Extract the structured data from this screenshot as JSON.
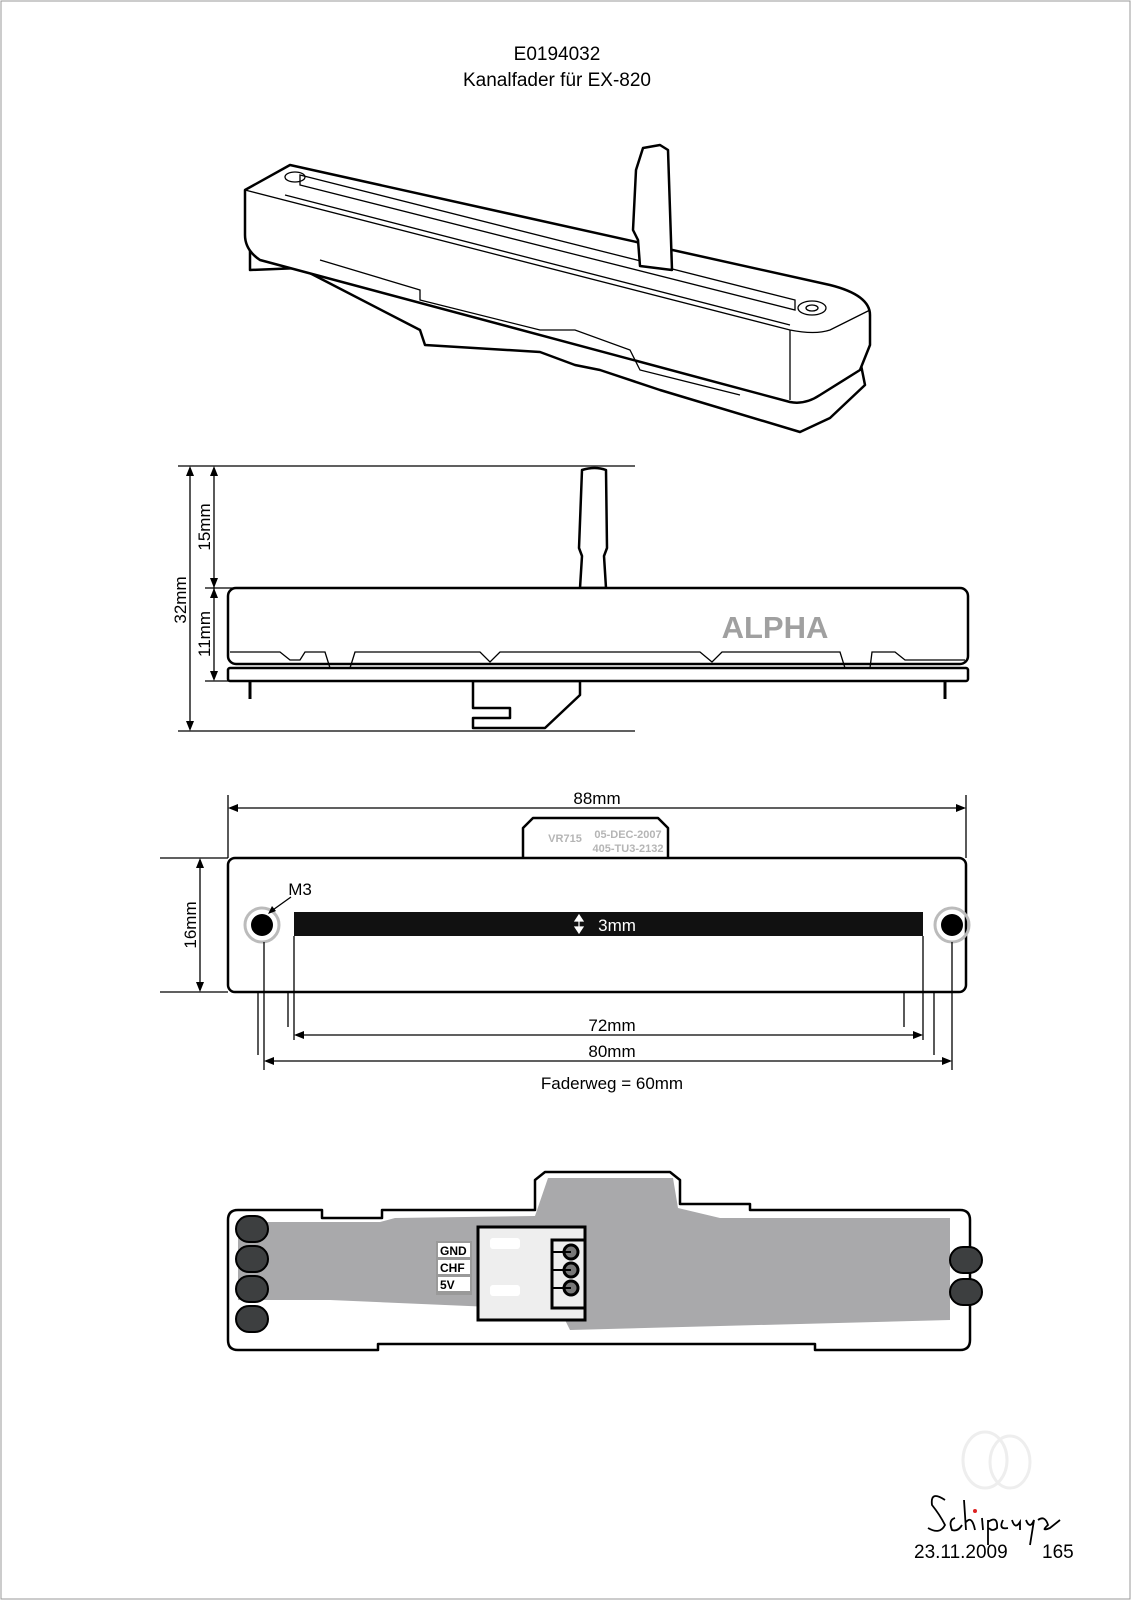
{
  "title": {
    "code": "E0194032",
    "subtitle": "Kanalfader für EX-820"
  },
  "side_view": {
    "brand": "ALPHA",
    "dims": {
      "total_height": "32mm",
      "knob_height": "15mm",
      "body_height": "11mm"
    }
  },
  "top_view": {
    "dims": {
      "length": "88mm",
      "width": "16mm",
      "slot_width": "3mm",
      "slot_length": "72mm",
      "hole_spacing": "80mm"
    },
    "hole_label": "M3",
    "travel": "Faderweg = 60mm",
    "label_tab": {
      "part": "VR715",
      "date": "05-DEC-2007",
      "code": "405-TU3-2132"
    }
  },
  "pcb_view": {
    "pins": [
      "GND",
      "CHF",
      "5V"
    ]
  },
  "footer": {
    "signature": "Schipanger",
    "date": "23.11.2009",
    "page": "165"
  },
  "colors": {
    "pcb": "#a9a9ab",
    "pad": "#3d3f40",
    "label_gray": "#a0a0a0"
  }
}
